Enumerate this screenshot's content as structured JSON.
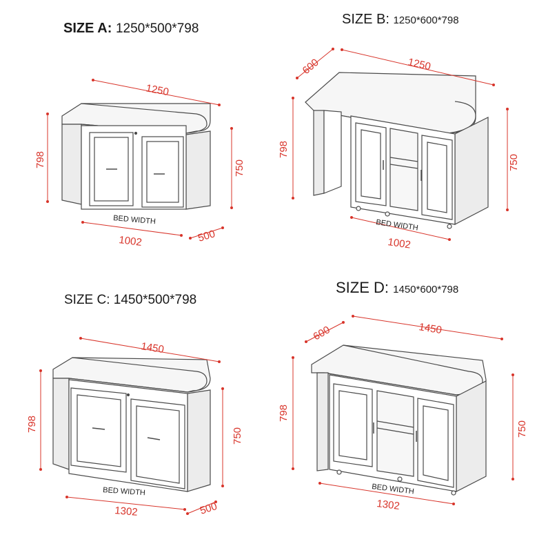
{
  "colors": {
    "dimension": "#d8342a",
    "line": "#4a4a4a",
    "fill": "#ffffff",
    "shade": "#ececec"
  },
  "size_a": {
    "label": "SIZE A:",
    "dims": "1250*500*798",
    "width": "1250",
    "height": "798",
    "inner_height": "750",
    "depth": "500",
    "bed_width_value": "1002",
    "bed_width_label": "BED WIDTH"
  },
  "size_b": {
    "label": "SIZE B:",
    "dims": "1250*600*798",
    "width": "1250",
    "height": "798",
    "inner_height": "750",
    "depth": "600",
    "bed_width_value": "1002",
    "bed_width_label": "BED WIDTH"
  },
  "size_c": {
    "label": "SIZE C:",
    "dims": "1450*500*798",
    "width": "1450",
    "height": "798",
    "inner_height": "750",
    "depth": "500",
    "bed_width_value": "1302",
    "bed_width_label": "BED WIDTH"
  },
  "size_d": {
    "label": "SIZE D:",
    "dims": "1450*600*798",
    "width": "1450",
    "height": "798",
    "inner_height": "750",
    "depth": "600",
    "bed_width_value": "1302",
    "bed_width_label": "BED WIDTH"
  }
}
